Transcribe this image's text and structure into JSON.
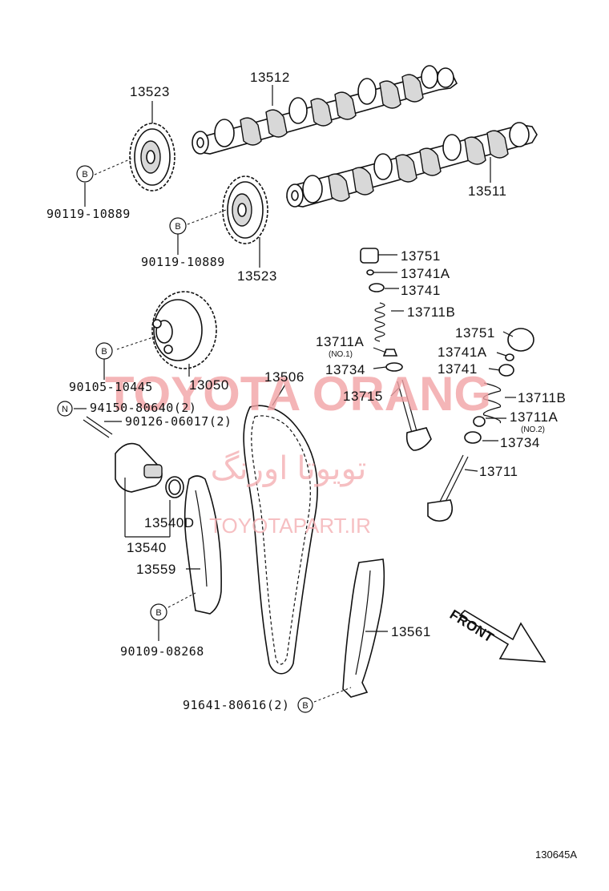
{
  "watermark": {
    "brand": "TOYOTA ORANG",
    "persian": "تویوتا اورنگ",
    "site": "TOYOTAPART.IR"
  },
  "figure_code": "130645A",
  "front_label": "FRONT",
  "bolt_symbol": "B",
  "nut_symbol": "N",
  "labels": {
    "p13523_top": "13523",
    "p13512": "13512",
    "p90119_a": "90119-10889",
    "p13511": "13511",
    "p90119_b": "90119-10889",
    "p13523_bot": "13523",
    "p13751_a": "13751",
    "p13741A_a": "13741A",
    "p13741_a": "13741",
    "p13711B_a": "13711B",
    "p13711A_a": "13711A",
    "no1": "(NO.1)",
    "p13734_a": "13734",
    "p13715": "13715",
    "p13751_b": "13751",
    "p13741A_b": "13741A",
    "p13741_b": "13741",
    "p13711B_b": "13711B",
    "p13711A_b": "13711A",
    "no2": "(NO.2)",
    "p13734_b": "13734",
    "p13711": "13711",
    "p90105": "90105-10445",
    "p13050": "13050",
    "p13506": "13506",
    "p94150": "94150-80640(2)",
    "p90126": "90126-06017(2)",
    "p13540D": "13540D",
    "p13540": "13540",
    "p13559": "13559",
    "p90109": "90109-08268",
    "p13561": "13561",
    "p91641": "91641-80616(2)"
  }
}
